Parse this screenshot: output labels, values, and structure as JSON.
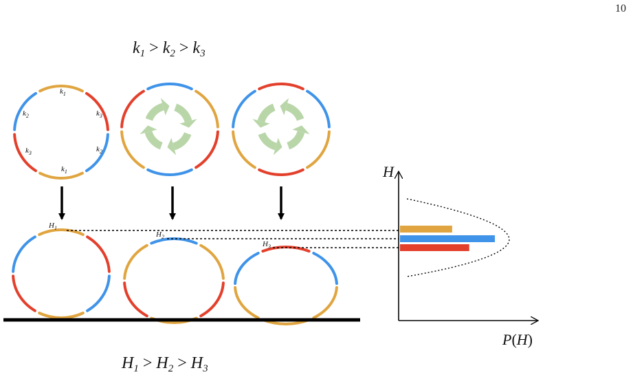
{
  "page_number": "10",
  "top_relation": {
    "k": "k",
    "i1": "1",
    "i2": "2",
    "i3": "3",
    "op": ">"
  },
  "bottom_relation": {
    "H": "H",
    "i1": "1",
    "i2": "2",
    "i3": "3",
    "op": ">"
  },
  "ring_label": {
    "letter": "k",
    "top": "1",
    "upper_right": "3",
    "lower_right": "2",
    "bottom": "1",
    "lower_left": "3",
    "upper_left": "2"
  },
  "height_labels": {
    "letter": "H",
    "h1": "1",
    "h2": "2",
    "h3": "3"
  },
  "axes": {
    "y_label": "H",
    "x_label_letter": "P",
    "x_label_arg": "H"
  },
  "colors": {
    "orange": "#E0A540",
    "red": "#E3402C",
    "blue": "#3F93E8",
    "arrow_green": "#B9D6A9",
    "black": "#000000"
  },
  "distribution_bars": [
    {
      "color": "orange",
      "relative_length": 0.55
    },
    {
      "color": "blue",
      "relative_length": 1.0
    },
    {
      "color": "red",
      "relative_length": 0.73
    }
  ]
}
